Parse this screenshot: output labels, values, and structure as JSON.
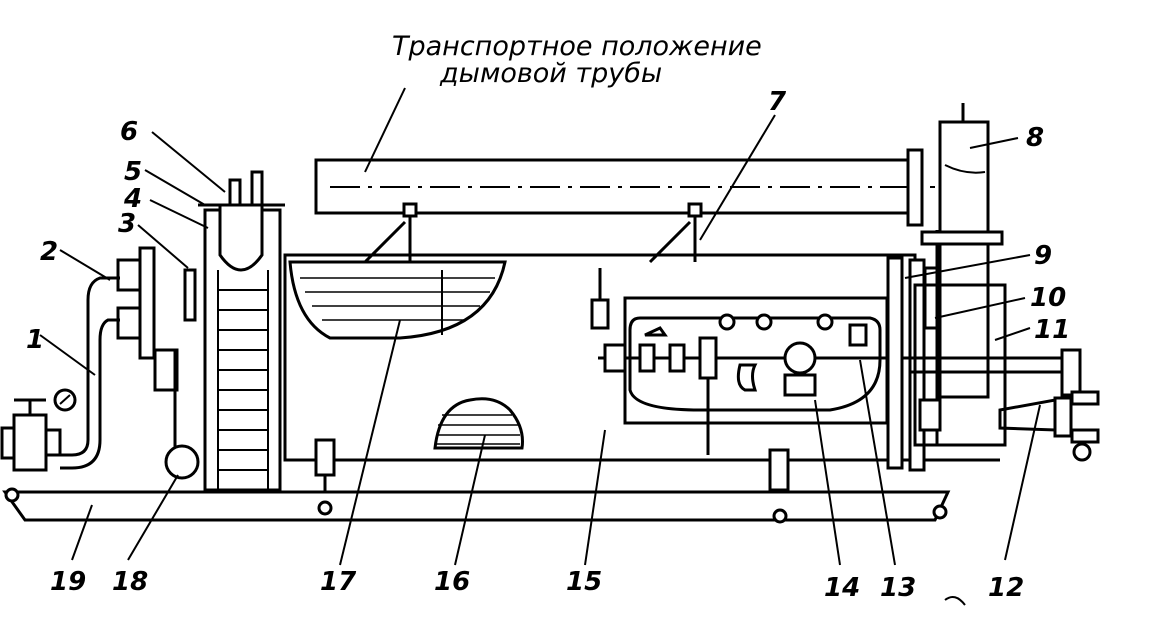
{
  "diagram": {
    "title_lines": [
      "Транспортное положение",
      "дымовой трубы"
    ],
    "callouts": [
      {
        "id": "1",
        "text": "1"
      },
      {
        "id": "2",
        "text": "2"
      },
      {
        "id": "3",
        "text": "3"
      },
      {
        "id": "4",
        "text": "4"
      },
      {
        "id": "5",
        "text": "5"
      },
      {
        "id": "6",
        "text": "6"
      },
      {
        "id": "7",
        "text": "7"
      },
      {
        "id": "8",
        "text": "8"
      },
      {
        "id": "9",
        "text": "9"
      },
      {
        "id": "10",
        "text": "10"
      },
      {
        "id": "11",
        "text": "11"
      },
      {
        "id": "12",
        "text": "12"
      },
      {
        "id": "13",
        "text": "13"
      },
      {
        "id": "14",
        "text": "14"
      },
      {
        "id": "15",
        "text": "15"
      },
      {
        "id": "16",
        "text": "16"
      },
      {
        "id": "17",
        "text": "17"
      },
      {
        "id": "18",
        "text": "18"
      },
      {
        "id": "19",
        "text": "19"
      }
    ]
  }
}
